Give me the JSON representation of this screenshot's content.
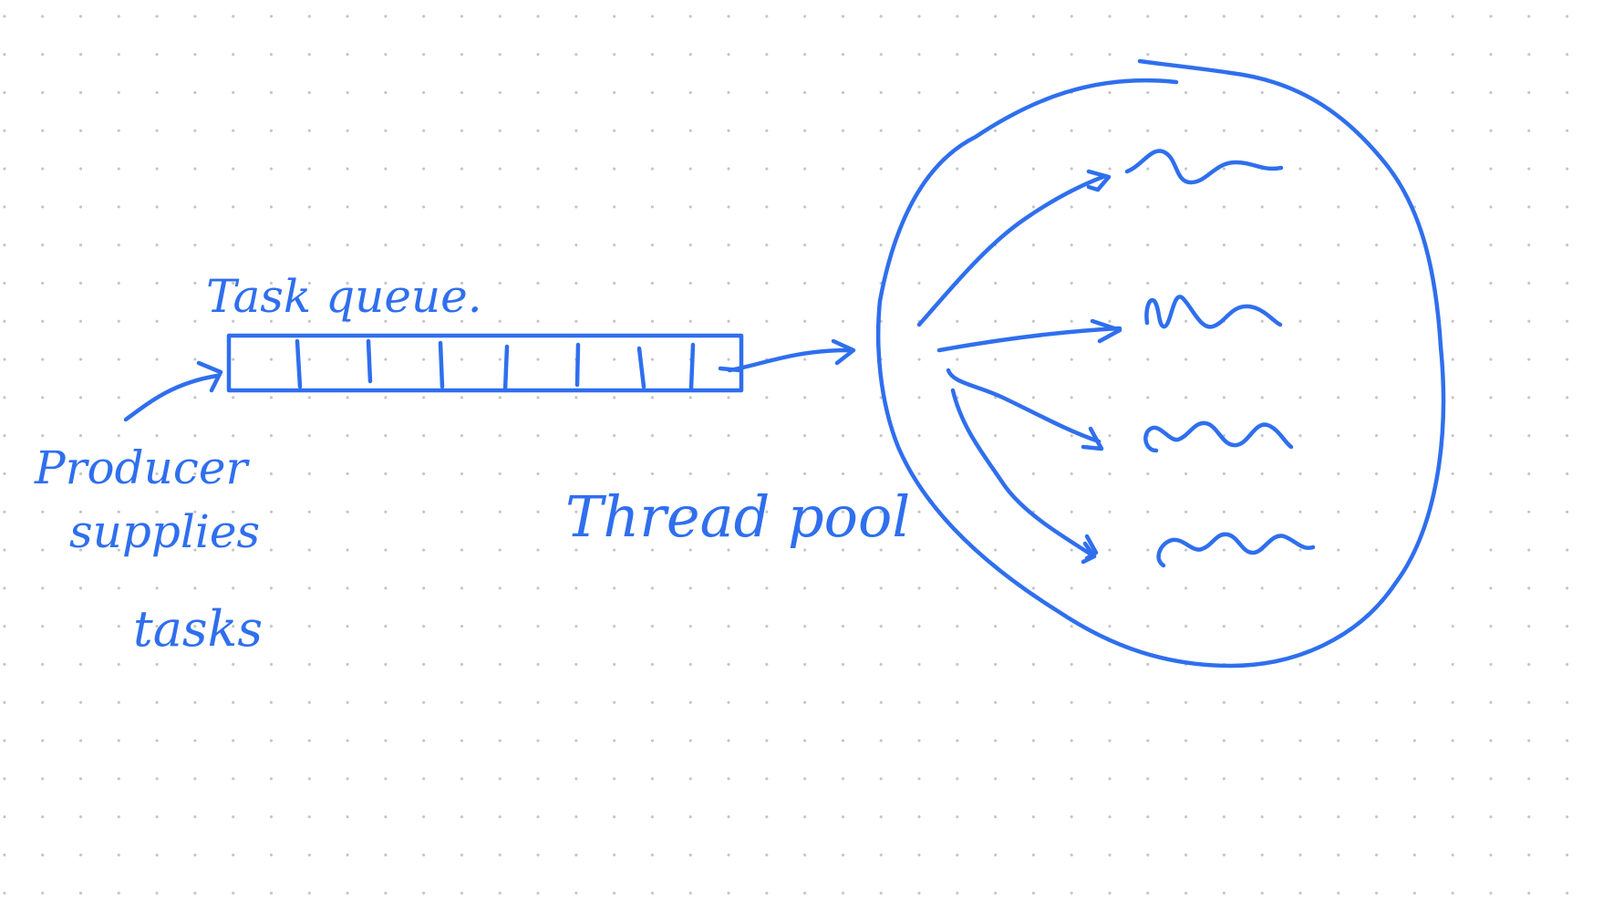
{
  "ink_color": "#2f6fee",
  "paper": {
    "background": "#ffffff",
    "dot_color": "#c4c4c4"
  },
  "labels": {
    "task_queue": "Task queue.",
    "producer_line1": "Producer",
    "producer_line2": "supplies",
    "producer_line3": "tasks",
    "thread_pool": "Thread pool"
  },
  "queue": {
    "slot_count": 8
  },
  "pool": {
    "thread_count": 4
  }
}
